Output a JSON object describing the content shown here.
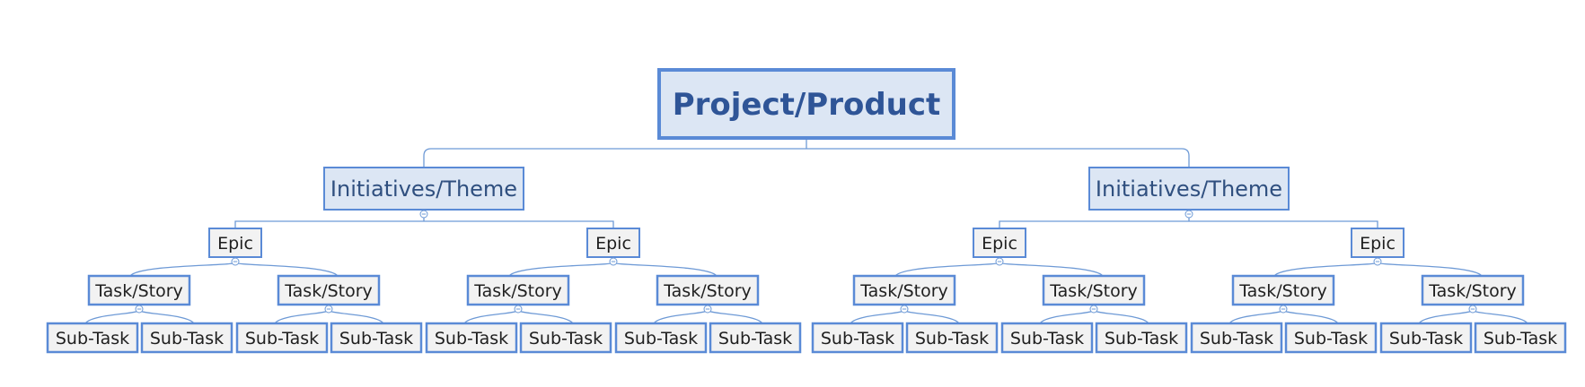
{
  "colors": {
    "root_fill": "#dce6f4",
    "root_border": "#5a8ad6",
    "level1_fill": "#dce6f4",
    "level1_border": "#5a8ad6",
    "node_fill": "#f2f2f2",
    "node_border": "#5a8ad6",
    "connector": "#6e9ad6",
    "root_text": "#2f5597",
    "level1_text": "#2f4f7f",
    "leaf_text": "#1f1f1f"
  },
  "tree": {
    "label": "Project/Product",
    "children": [
      {
        "label": "Initiatives/Theme",
        "children": [
          {
            "label": "Epic",
            "children": [
              {
                "label": "Task/Story",
                "children": [
                  {
                    "label": "Sub-Task"
                  },
                  {
                    "label": "Sub-Task"
                  }
                ]
              },
              {
                "label": "Task/Story",
                "children": [
                  {
                    "label": "Sub-Task"
                  },
                  {
                    "label": "Sub-Task"
                  }
                ]
              }
            ]
          },
          {
            "label": "Epic",
            "children": [
              {
                "label": "Task/Story",
                "children": [
                  {
                    "label": "Sub-Task"
                  },
                  {
                    "label": "Sub-Task"
                  }
                ]
              },
              {
                "label": "Task/Story",
                "children": [
                  {
                    "label": "Sub-Task"
                  },
                  {
                    "label": "Sub-Task"
                  }
                ]
              }
            ]
          }
        ]
      },
      {
        "label": "Initiatives/Theme",
        "children": [
          {
            "label": "Epic",
            "children": [
              {
                "label": "Task/Story",
                "children": [
                  {
                    "label": "Sub-Task"
                  },
                  {
                    "label": "Sub-Task"
                  }
                ]
              },
              {
                "label": "Task/Story",
                "children": [
                  {
                    "label": "Sub-Task"
                  },
                  {
                    "label": "Sub-Task"
                  }
                ]
              }
            ]
          },
          {
            "label": "Epic",
            "children": [
              {
                "label": "Task/Story",
                "children": [
                  {
                    "label": "Sub-Task"
                  },
                  {
                    "label": "Sub-Task"
                  }
                ]
              },
              {
                "label": "Task/Story",
                "children": [
                  {
                    "label": "Sub-Task"
                  },
                  {
                    "label": "Sub-Task"
                  }
                ]
              }
            ]
          }
        ]
      }
    ]
  }
}
